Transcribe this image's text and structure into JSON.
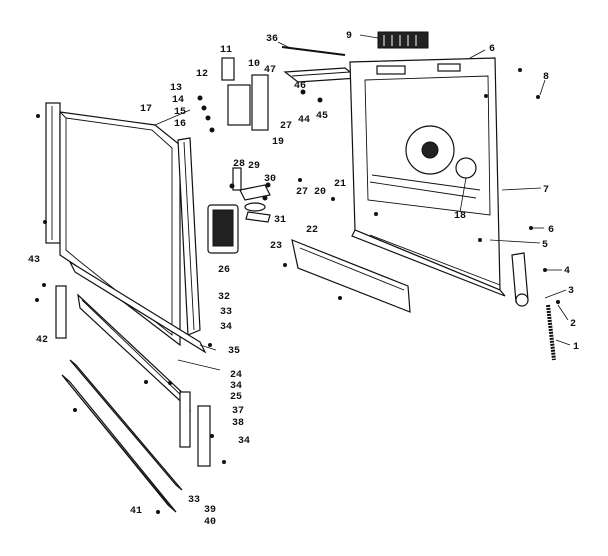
{
  "labels": [
    "1",
    "2",
    "3",
    "4",
    "5",
    "6",
    "6",
    "7",
    "8",
    "9",
    "10",
    "11",
    "12",
    "13",
    "14",
    "15",
    "16",
    "17",
    "18",
    "19",
    "20",
    "21",
    "22",
    "23",
    "24",
    "25",
    "26",
    "27",
    "27",
    "28",
    "29",
    "30",
    "31",
    "32",
    "33",
    "33",
    "34",
    "34",
    "34",
    "35",
    "36",
    "37",
    "38",
    "39",
    "40",
    "41",
    "42",
    "43",
    "44",
    "45",
    "46",
    "47"
  ],
  "colors": {
    "ink": "#111111",
    "paper": "#ffffff"
  }
}
